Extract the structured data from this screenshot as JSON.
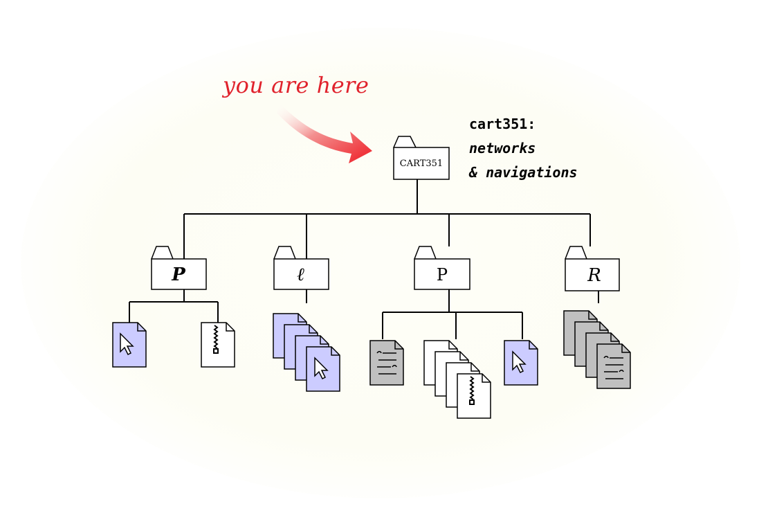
{
  "annotation": {
    "text": "you are here",
    "color": "#e0222c"
  },
  "course": {
    "code": "cart351:",
    "subtitle_line1": "networks",
    "subtitle_line2": "& navigations"
  },
  "root_folder": {
    "label": "CART351"
  },
  "folders": [
    {
      "letter": "P",
      "icon": "folder-icon",
      "children": [
        "web-page-icon",
        "zip-file-icon"
      ]
    },
    {
      "letter": "ℓ",
      "icon": "folder-icon",
      "children": [
        "web-page-stack-icon"
      ]
    },
    {
      "letter": "P",
      "icon": "folder-icon",
      "children": [
        "text-document-icon",
        "zip-file-stack-icon",
        "web-page-icon"
      ]
    },
    {
      "letter": "R",
      "icon": "folder-icon",
      "children": [
        "text-document-stack-icon"
      ]
    }
  ],
  "colors": {
    "web_page": "#ccccff",
    "text_document": "#c0c0c0",
    "zip_file": "#ffffff",
    "line": "#000000"
  }
}
